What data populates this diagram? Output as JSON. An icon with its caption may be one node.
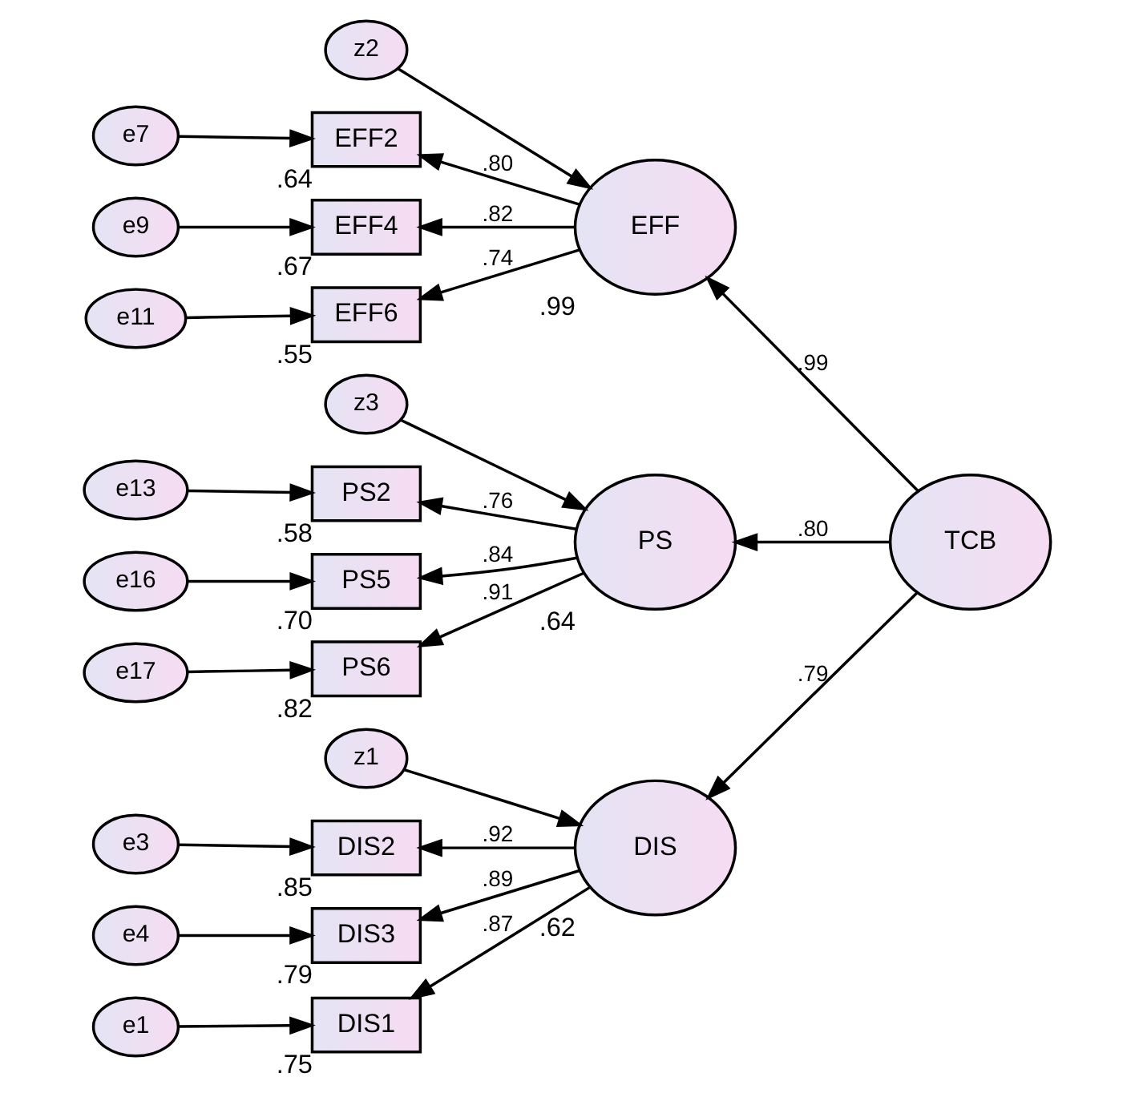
{
  "diagram": {
    "nodes": [
      {
        "text": [
          "z1"
        ]
      },
      {
        "text": [
          "DIS"
        ],
        "beside": [
          ".62"
        ]
      },
      {
        "text": [
          "e1"
        ]
      },
      {
        "text": [
          "DIS1"
        ],
        "beside": [
          ".75"
        ]
      },
      {
        "text": [
          "e3"
        ]
      },
      {
        "text": [
          "DIS2"
        ],
        "beside": [
          ".85"
        ]
      },
      {
        "text": [
          "e4"
        ]
      },
      {
        "text": [
          "DIS3"
        ],
        "beside": [
          ".79"
        ]
      },
      {
        "text": [
          "z2"
        ]
      },
      {
        "text": [
          "EFF"
        ],
        "beside": [
          ".99"
        ]
      },
      {
        "text": [
          "e7"
        ]
      },
      {
        "text": [
          "EFF2"
        ],
        "beside": [
          ".64"
        ]
      },
      {
        "text": [
          "e9"
        ]
      },
      {
        "text": [
          "EFF4"
        ],
        "beside": [
          ".67"
        ]
      },
      {
        "text": [
          "e11"
        ]
      },
      {
        "text": [
          "EFF6"
        ],
        "beside": [
          ".55"
        ]
      },
      {
        "text": [
          "TCB"
        ]
      },
      {
        "text": [
          "z3"
        ]
      },
      {
        "text": [
          "PS"
        ],
        "beside": [
          ".64"
        ]
      },
      {
        "text": [
          "e13"
        ]
      },
      {
        "text": [
          "PS2"
        ],
        "beside": [
          ".58"
        ]
      },
      {
        "text": [
          "e16"
        ]
      },
      {
        "text": [
          "PS5"
        ],
        "beside": [
          ".70"
        ]
      },
      {
        "text": [
          "e17"
        ]
      },
      {
        "text": [
          "PS6"
        ],
        "beside": [
          ".82"
        ]
      }
    ],
    "edges": [
      {
        "from": 0,
        "to": 1,
        "arrow": "to"
      },
      {
        "from": 2,
        "to": 3,
        "arrow": "to"
      },
      {
        "from": 1,
        "to": 3,
        "arrow": "to",
        "label": ".87"
      },
      {
        "from": 4,
        "to": 5,
        "arrow": "to"
      },
      {
        "from": 1,
        "to": 5,
        "arrow": "to",
        "label": ".92"
      },
      {
        "from": 6,
        "to": 7,
        "arrow": "to"
      },
      {
        "from": 1,
        "to": 7,
        "arrow": "to",
        "label": ".89"
      },
      {
        "from": 8,
        "to": 9,
        "arrow": "to"
      },
      {
        "from": 10,
        "to": 11,
        "arrow": "to"
      },
      {
        "from": 9,
        "to": 11,
        "arrow": "to",
        "label": ".80"
      },
      {
        "from": 12,
        "to": 13,
        "arrow": "to"
      },
      {
        "from": 9,
        "to": 13,
        "arrow": "to",
        "label": ".82"
      },
      {
        "from": 14,
        "to": 15,
        "arrow": "to"
      },
      {
        "from": 9,
        "to": 15,
        "arrow": "to",
        "label": ".74"
      },
      {
        "from": 16,
        "to": 1,
        "arrow": "to",
        "label": ".79"
      },
      {
        "from": 16,
        "to": 9,
        "arrow": "to",
        "label": ".99"
      },
      {
        "from": 16,
        "to": 18,
        "arrow": "to",
        "label": ".80"
      },
      {
        "from": 17,
        "to": 18,
        "arrow": "to"
      },
      {
        "from": 19,
        "to": 20,
        "arrow": "to"
      },
      {
        "from": 18,
        "to": 20,
        "arrow": "to",
        "label": ".76"
      },
      {
        "from": 21,
        "to": 22,
        "arrow": "to"
      },
      {
        "from": 18,
        "to": 22,
        "arrow": "to",
        "label": ".84"
      },
      {
        "from": 23,
        "to": 24,
        "arrow": "to"
      },
      {
        "from": 18,
        "to": 24,
        "arrow": "to",
        "label": ".91"
      }
    ]
  }
}
